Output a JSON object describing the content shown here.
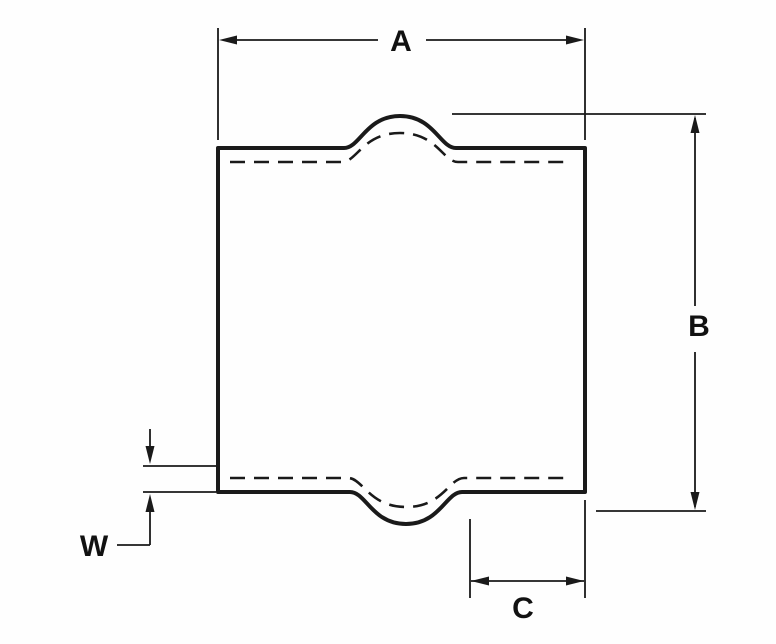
{
  "colors": {
    "ink": "#1a1a1a",
    "background": "#ffffff"
  },
  "diagram": {
    "labels": {
      "a": "A",
      "b": "B",
      "c": "C",
      "w": "W"
    }
  }
}
